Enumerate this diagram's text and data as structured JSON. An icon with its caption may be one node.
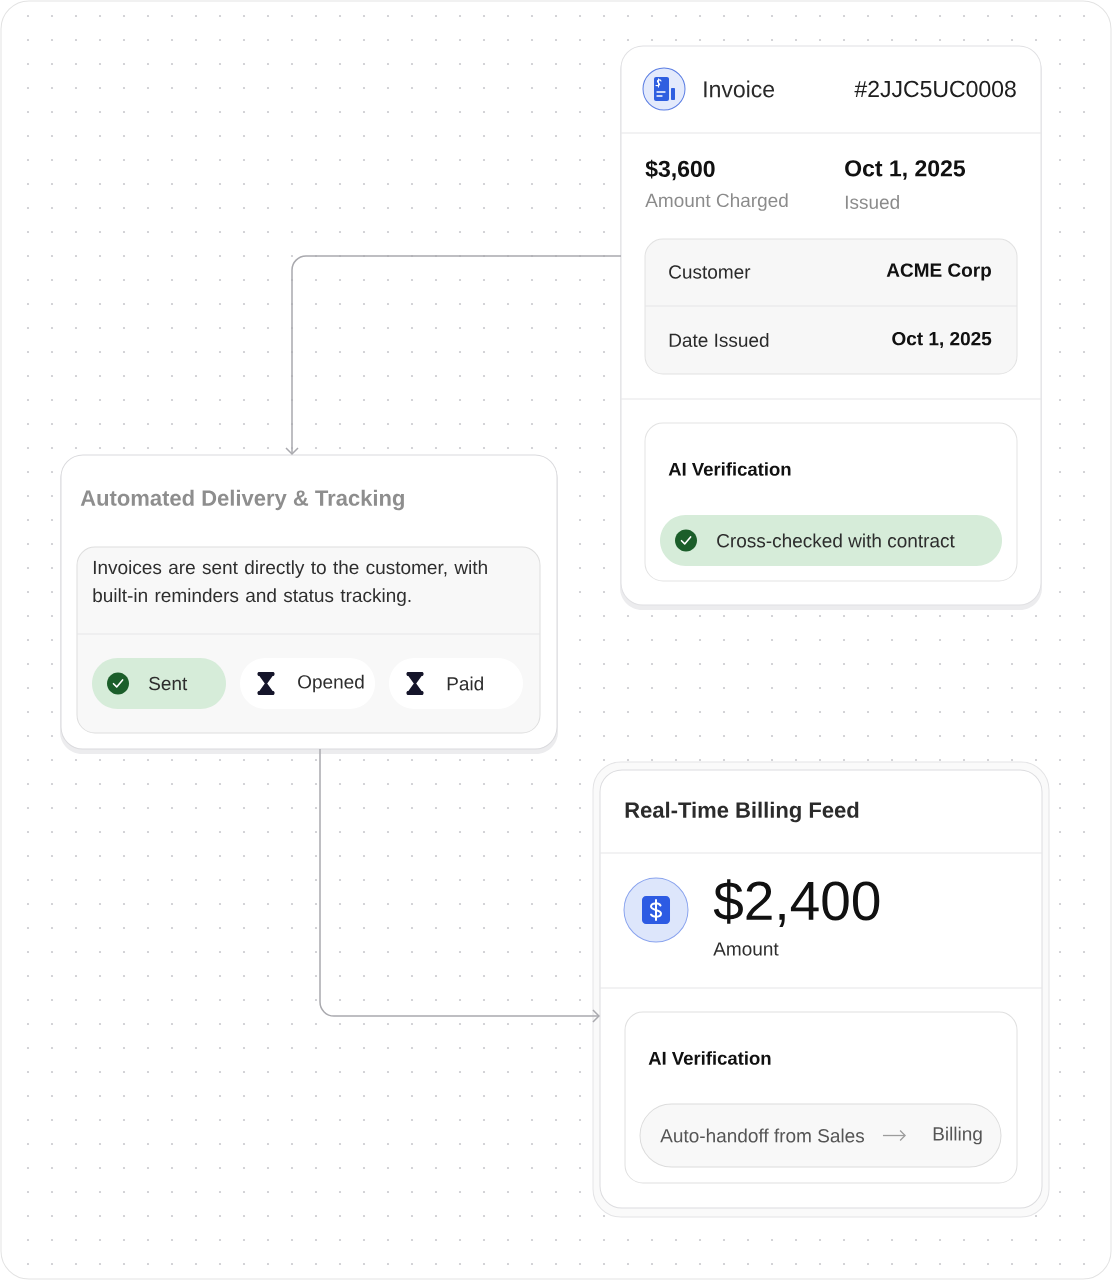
{
  "diagram": {
    "nodes": [
      {
        "text": [
          "Invoice",
          "#2JJC5UC0008",
          "$3,600",
          "Amount Charged",
          "Oct 1, 2025",
          "Issued"
        ]
      },
      {
        "text": [
          "Customer",
          "ACME Corp",
          "Date Issued",
          "Oct 1, 2025"
        ],
        "in": 0
      },
      {
        "text": [
          "AI Verification"
        ],
        "in": 0
      },
      {
        "text": [
          "Cross-checked with contract"
        ],
        "in": 2
      },
      {
        "text": [
          "Automated Delivery & Tracking"
        ]
      },
      {
        "text": [
          "Invoices are sent directly to the customer, with built-in reminders and status tracking."
        ],
        "in": 4
      },
      {
        "text": [
          "Sent"
        ],
        "in": 5
      },
      {
        "text": [
          "Opened"
        ],
        "in": 5
      },
      {
        "text": [
          "Paid"
        ],
        "in": 5
      },
      {
        "text": [
          "Real-Time Billing Feed",
          "$2,400",
          "Amount"
        ]
      },
      {
        "text": [
          "AI Verification"
        ],
        "in": 9
      },
      {
        "text": [],
        "shape": "box",
        "in": 10
      },
      {
        "text": [
          "Auto-handoff from Sales"
        ],
        "in": 11
      },
      {
        "text": [
          "Billing"
        ],
        "in": 11
      }
    ],
    "edges": [
      {
        "from": 0,
        "to": 4,
        "arrow": "to"
      },
      {
        "from": 4,
        "to": 9,
        "arrow": "to"
      },
      {
        "from": 12,
        "to": 13,
        "arrow": "to"
      }
    ]
  }
}
